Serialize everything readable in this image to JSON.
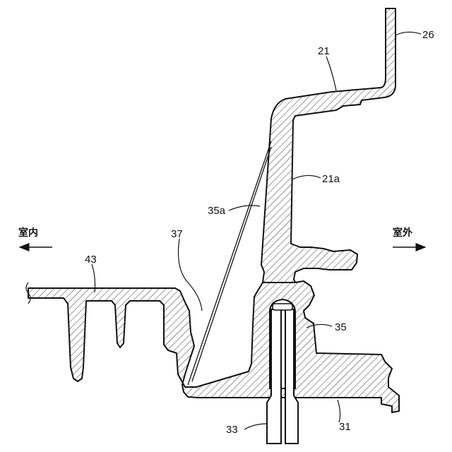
{
  "figure": {
    "labels": {
      "r26": "26",
      "r21": "21",
      "r21a": "21a",
      "r35a": "35a",
      "r37": "37",
      "r43": "43",
      "r35": "35",
      "r31": "31",
      "r33": "33"
    },
    "directions": {
      "indoor": "室内",
      "outdoor": "室外"
    }
  }
}
